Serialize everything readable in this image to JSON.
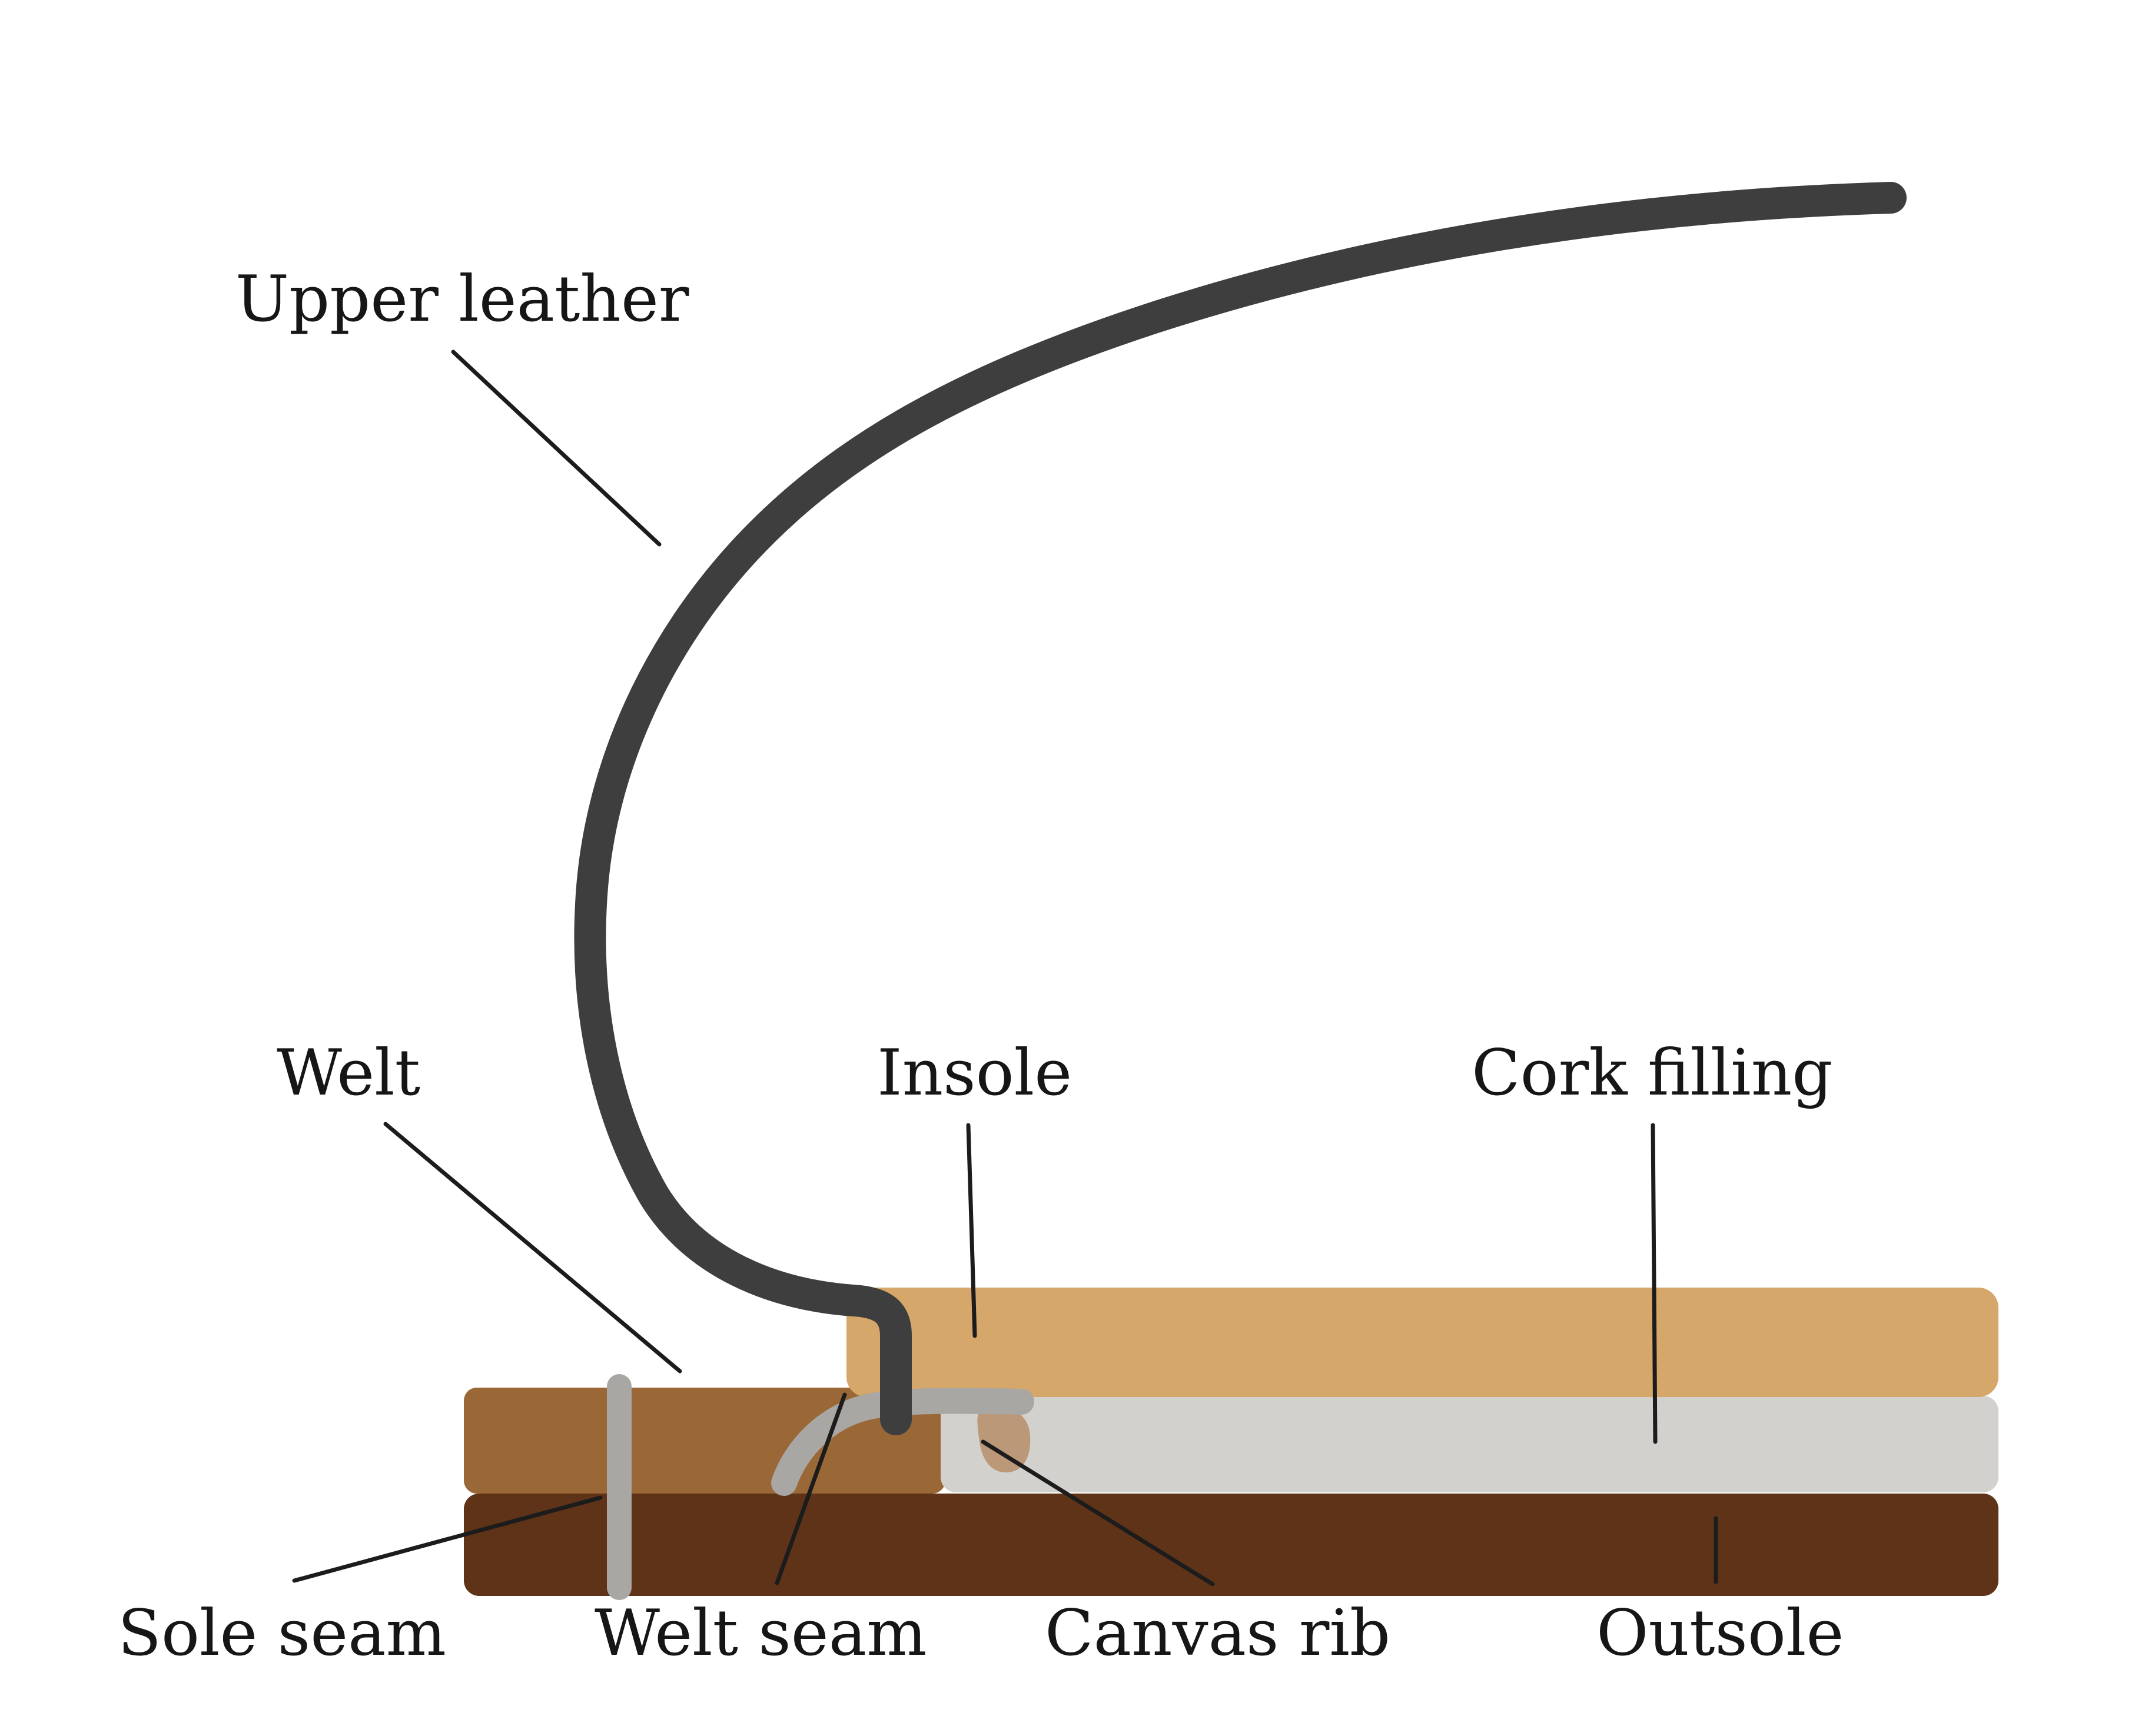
{
  "labels": {
    "upper_leather": "Upper leather",
    "welt": "Welt",
    "insole": "Insole",
    "cork_filling": "Cork filling",
    "sole_seam": "Sole seam",
    "welt_seam": "Welt seam",
    "canvas_rib": "Canvas rib",
    "outsole": "Outsole"
  },
  "colors": {
    "background": "#ffffff",
    "upper_leather": "#3e3e3e",
    "welt": "#9a6836",
    "insole": "#d5a76a",
    "cork_filling": "#d3d1ce",
    "outsole": "#5e3317",
    "seam_gray": "#a9a7a4",
    "canvas_rib": "#bb9878",
    "label_text": "#161616",
    "leader_line": "#1c1c1c"
  }
}
